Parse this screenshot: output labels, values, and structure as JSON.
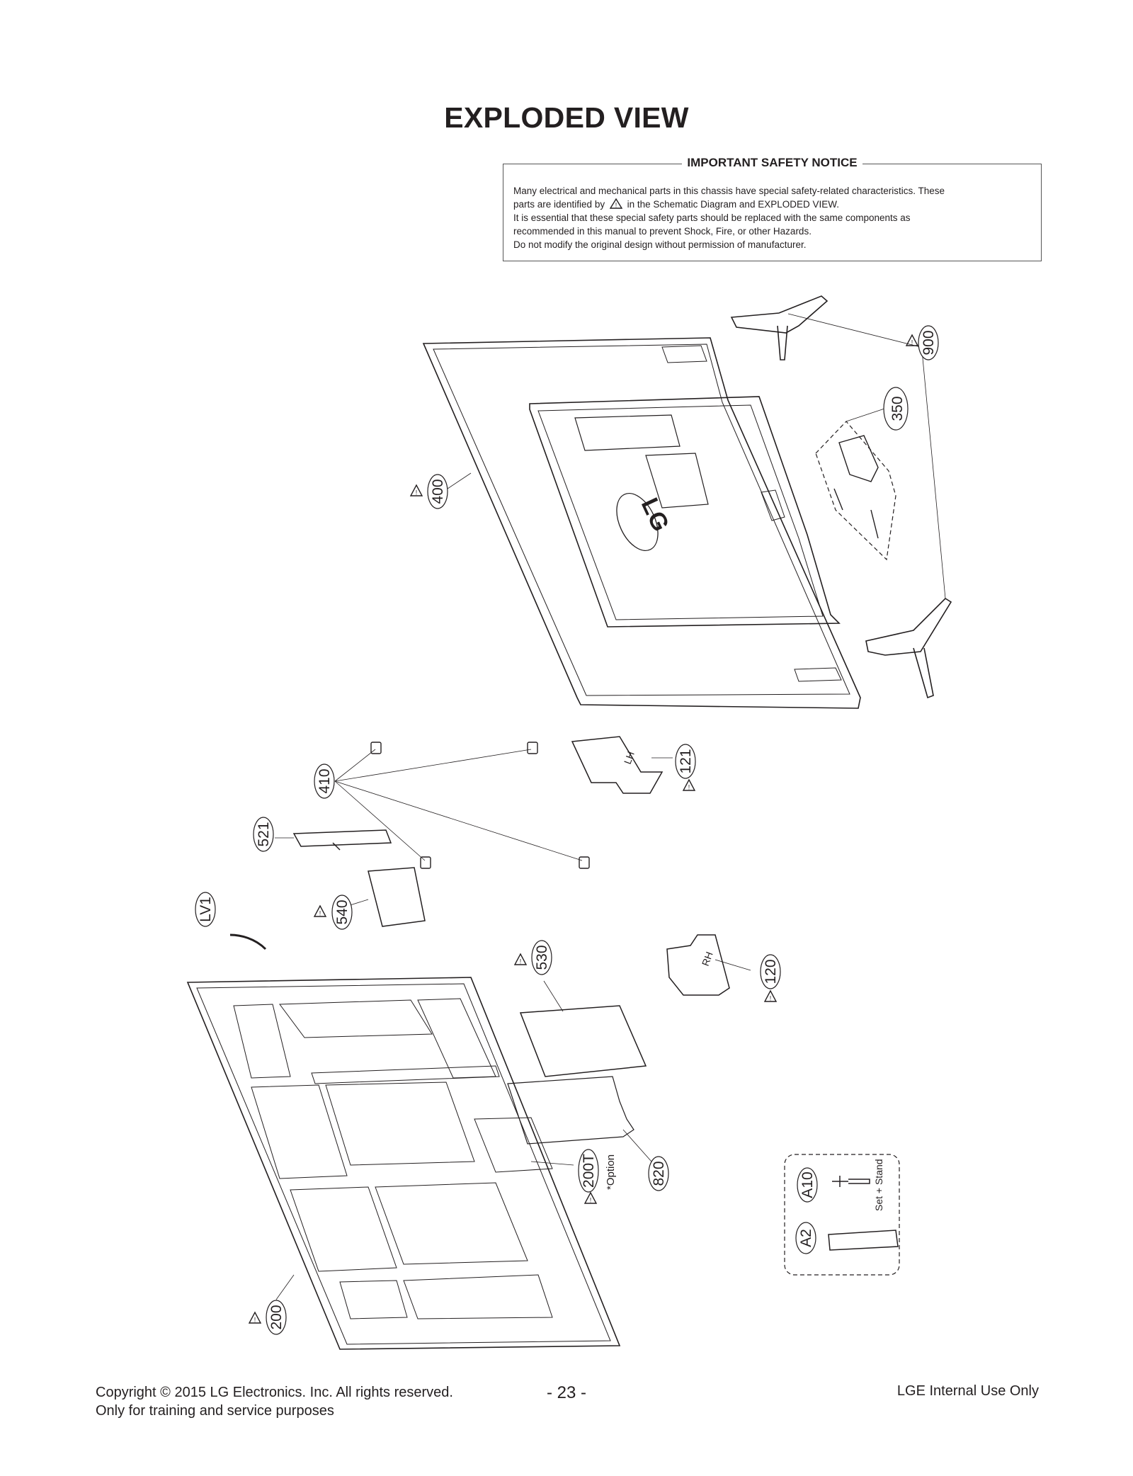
{
  "title": "EXPLODED VIEW",
  "notice": {
    "title": "IMPORTANT SAFETY NOTICE",
    "lines": [
      "Many electrical and mechanical parts in this chassis have special safety-related characteristics. These",
      "in the Schematic Diagram and EXPLODED VIEW.",
      "It is essential that these special safety parts should be replaced with the same components as",
      "recommended in this manual to prevent Shock, Fire, or other Hazards.",
      "Do not modify the original design without permission of manufacturer."
    ],
    "identified_prefix": "parts are identified by"
  },
  "parts": {
    "p900": "900",
    "p350": "350",
    "p400": "400",
    "p410": "410",
    "p121": "121",
    "p521": "521",
    "pLV1": "LV1",
    "p540": "540",
    "p530": "530",
    "p120": "120",
    "p200T": "200T",
    "p200T_option": "*Option",
    "p820": "820",
    "pA10": "A10",
    "pA2": "A2",
    "p200": "200",
    "set_stand": "Set + Stand"
  },
  "labels_on_parts": {
    "logo": "LG",
    "lh": "LH",
    "rh": "RH"
  },
  "footer": {
    "copyright": "Copyright  © 2015 LG Electronics. Inc. All rights reserved.",
    "purpose": "Only for training and service purposes",
    "page": "- 23 -",
    "internal": "LGE Internal Use Only"
  }
}
